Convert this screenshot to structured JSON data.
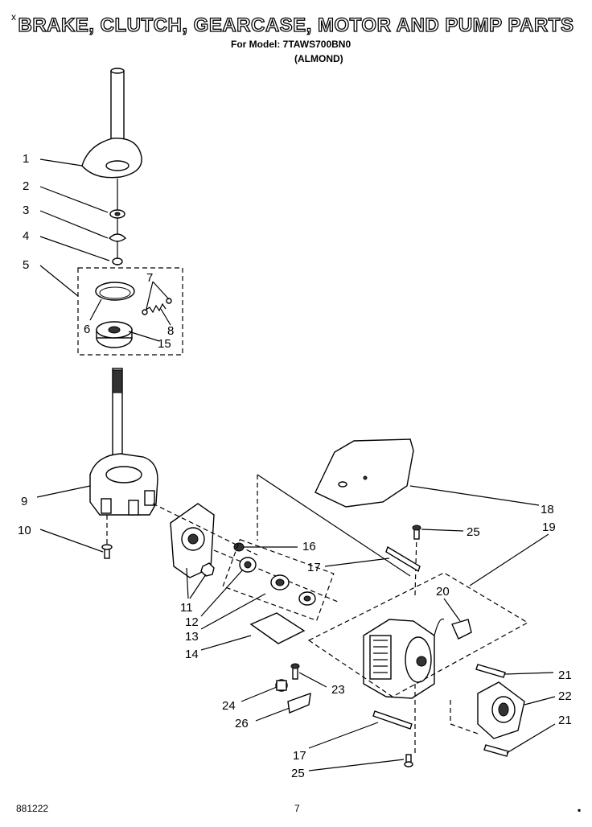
{
  "header": {
    "title": "BRAKE, CLUTCH, GEARCASE, MOTOR AND PUMP PARTS",
    "model_line": "For Model: 7TAWS700BN0",
    "color_line": "(ALMOND)",
    "corner_mark": "x"
  },
  "callouts": [
    "1",
    "2",
    "3",
    "4",
    "5",
    "6",
    "7",
    "8",
    "9",
    "10",
    "11",
    "12",
    "13",
    "14",
    "15",
    "16",
    "17",
    "17",
    "18",
    "19",
    "20",
    "21",
    "21",
    "22",
    "23",
    "24",
    "25",
    "25",
    "26"
  ],
  "footer": {
    "doc_number": "881222",
    "page_number": "7",
    "corner_mark": "▪"
  }
}
